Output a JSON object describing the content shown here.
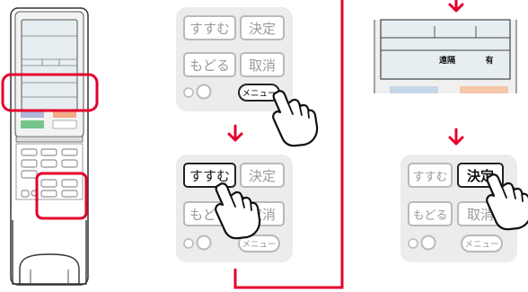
{
  "colors": {
    "accent_red": "#e4002b",
    "key_face": "#ffffff",
    "key_border_dim": "#b9b9b9",
    "key_border_active": "#222222",
    "panel_bg": "#ececec",
    "text_dim": "#9a9a9a",
    "text_active": "#111111"
  },
  "icons": [
    "arrow-down-icon",
    "pointing-hand-icon",
    "remote-control-icon",
    "lcd-display-icon"
  ],
  "step1": {
    "advance": "すすむ",
    "confirm": "決定",
    "back": "もどる",
    "cancel": "取消",
    "menu": "メニュー"
  },
  "step2": {
    "advance": "すすむ",
    "confirm": "決定",
    "back": "もどる",
    "cancel": "取消",
    "menu": "メニュー"
  },
  "step3": {
    "display_left": "遠隔",
    "display_right": "有"
  },
  "step4": {
    "advance": "すすむ",
    "confirm": "決定",
    "back": "もどる",
    "cancel": "取消",
    "menu": "メニュー"
  }
}
